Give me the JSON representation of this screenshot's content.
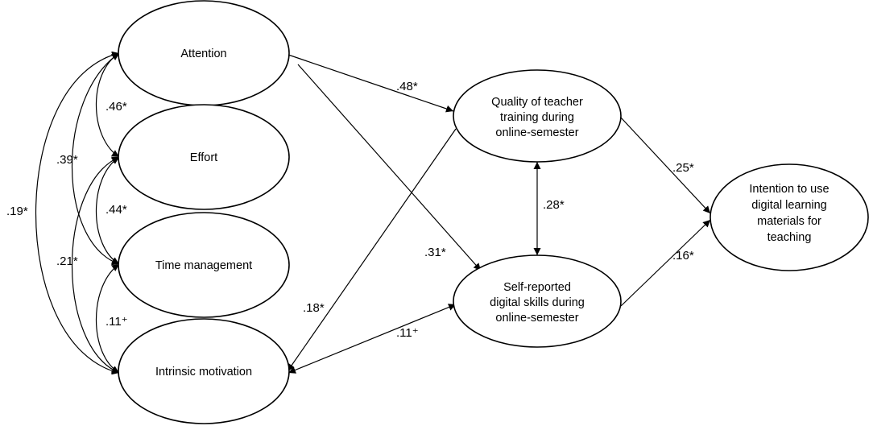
{
  "nodes": {
    "attention": [
      "Attention"
    ],
    "effort": [
      "Effort"
    ],
    "time_management": [
      "Time management"
    ],
    "intrinsic_motivation": [
      "Intrinsic motivation"
    ],
    "quality_training": [
      "Quality of teacher",
      "training during",
      "online-semester"
    ],
    "digital_skills": [
      "Self-reported",
      "digital skills during",
      "online-semester"
    ],
    "intention": [
      "Intention to use",
      "digital learning",
      "materials for",
      "teaching"
    ]
  },
  "coefficients": {
    "attention_effort": ".46*",
    "attention_time": ".39*",
    "attention_intrinsic": ".19*",
    "effort_time": ".44*",
    "effort_intrinsic": ".21*",
    "time_intrinsic": ".11⁺",
    "attention_quality": ".48*",
    "attention_skills": ".31*",
    "quality_intrinsic": ".18*",
    "skills_intrinsic": ".11⁺",
    "quality_skills": ".28*",
    "quality_intention": ".25*",
    "skills_intention": ".16*"
  }
}
